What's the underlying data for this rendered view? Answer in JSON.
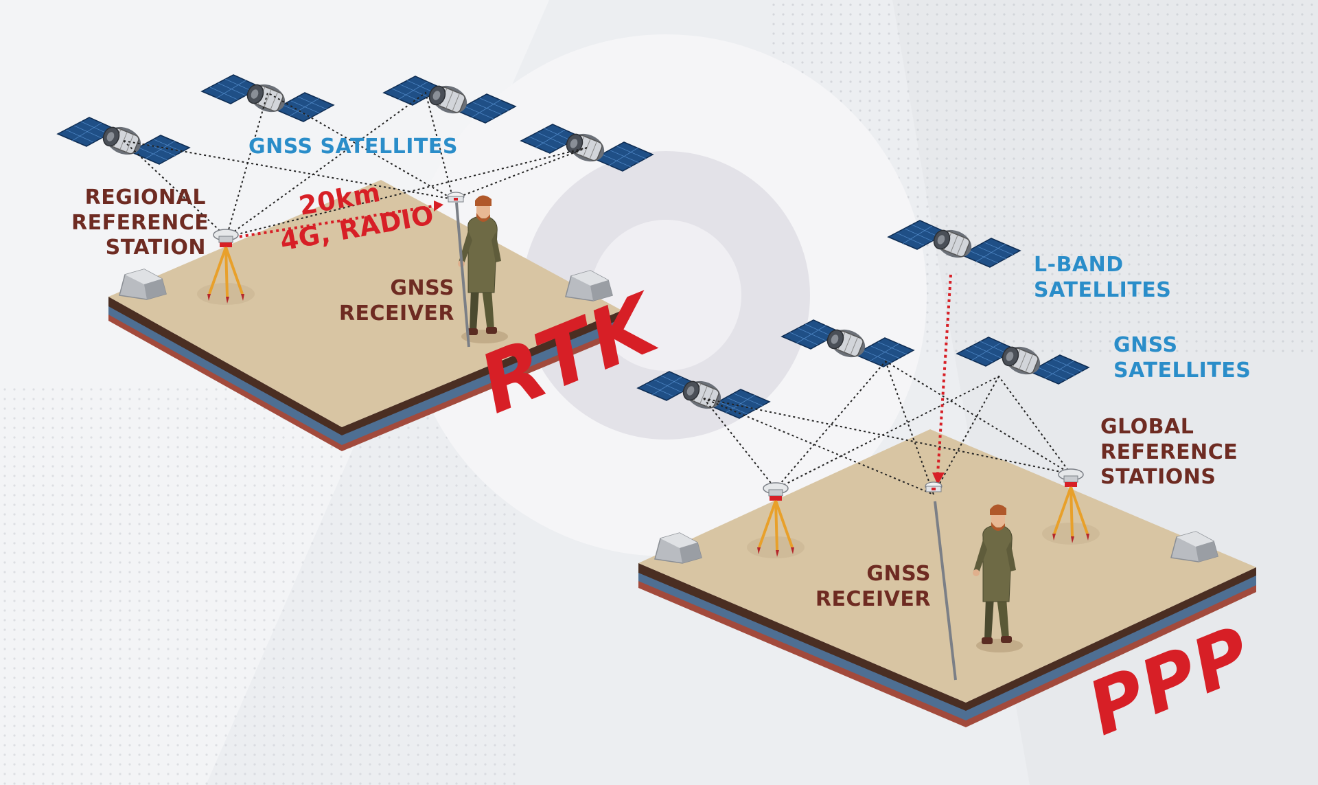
{
  "colors": {
    "label_dark": "#6e2b22",
    "label_blue": "#2a8dc9",
    "accent_red": "#d71f26",
    "ground_top": "#d8c5a3",
    "ground_soil": "#4a2e22",
    "ground_water": "#4e6f93",
    "ground_rock": "#a24a3c",
    "satellite_panel": "#1f4f86",
    "background": "#eceef1"
  },
  "rtk": {
    "title": "RTK",
    "satellites_label": "GNSS SATELLITES",
    "station_label": [
      "REGIONAL",
      "REFERENCE",
      "STATION"
    ],
    "link_label": [
      "20km",
      "4G, RADIO"
    ],
    "receiver_label": [
      "GNSS",
      "RECEIVER"
    ]
  },
  "ppp": {
    "title": "PPP",
    "lband_label": [
      "L-BAND",
      "SATELLITES"
    ],
    "gnss_label": [
      "GNSS",
      "SATELLITES"
    ],
    "global_label": [
      "GLOBAL",
      "REFERENCE",
      "STATIONS"
    ],
    "receiver_label": [
      "GNSS",
      "RECEIVER"
    ]
  },
  "icons": [
    "satellite-icon",
    "tripod-station-icon",
    "surveyor-icon",
    "rock-icon",
    "gnss-receiver-icon"
  ]
}
